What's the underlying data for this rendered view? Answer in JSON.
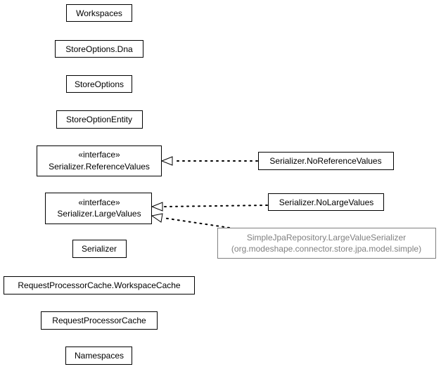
{
  "diagram": {
    "nodes": {
      "workspaces": {
        "lines": [
          "Workspaces"
        ]
      },
      "store_options_dna": {
        "lines": [
          "StoreOptions.Dna"
        ]
      },
      "store_options": {
        "lines": [
          "StoreOptions"
        ]
      },
      "store_option_entity": {
        "lines": [
          "StoreOptionEntity"
        ]
      },
      "serializer_reference_values": {
        "lines": [
          "«interface»",
          "Serializer.ReferenceValues"
        ]
      },
      "serializer_no_reference_values": {
        "lines": [
          "Serializer.NoReferenceValues"
        ]
      },
      "serializer_large_values": {
        "lines": [
          "«interface»",
          "Serializer.LargeValues"
        ]
      },
      "serializer_no_large_values": {
        "lines": [
          "Serializer.NoLargeValues"
        ]
      },
      "large_value_serializer": {
        "lines": [
          "SimpleJpaRepository.LargeValueSerializer",
          "(org.modeshape.connector.store.jpa.model.simple)"
        ]
      },
      "serializer": {
        "lines": [
          "Serializer"
        ]
      },
      "workspace_cache": {
        "lines": [
          "RequestProcessorCache.WorkspaceCache"
        ]
      },
      "request_processor_cache": {
        "lines": [
          "RequestProcessorCache"
        ]
      },
      "namespaces": {
        "lines": [
          "Namespaces"
        ]
      }
    },
    "edges": [
      {
        "type": "realization",
        "from": "serializer_no_reference_values",
        "to": "serializer_reference_values"
      },
      {
        "type": "realization",
        "from": "serializer_no_large_values",
        "to": "serializer_large_values"
      },
      {
        "type": "realization",
        "from": "large_value_serializer",
        "to": "serializer_large_values"
      }
    ]
  }
}
